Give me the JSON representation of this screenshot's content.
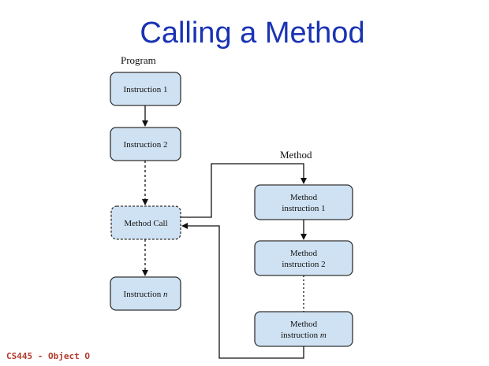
{
  "slide": {
    "title": "Calling a Method",
    "footer": "CS445 - Object O"
  },
  "diagram": {
    "program_label": "Program",
    "method_label": "Method",
    "program_boxes": {
      "instruction_1": "Instruction 1",
      "instruction_2": "Instruction 2",
      "method_call": "Method Call",
      "instruction_n": {
        "text": "Instruction ",
        "var": "n"
      }
    },
    "method_boxes": {
      "m1": {
        "line1": "Method",
        "line2": "instruction 1"
      },
      "m2": {
        "line1": "Method",
        "line2": "instruction 2"
      },
      "mm": {
        "line1": "Method",
        "line2": "instruction ",
        "var": "m"
      }
    },
    "colors": {
      "box_fill": "#cfe2f3",
      "box_stroke": "#333333",
      "title_color": "#1a33b3",
      "footer_color": "#b23a2a"
    }
  }
}
